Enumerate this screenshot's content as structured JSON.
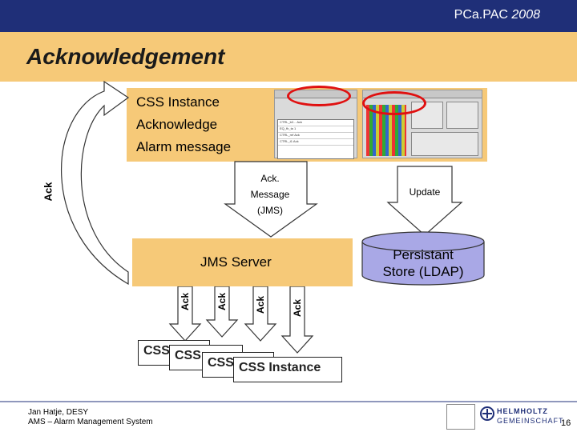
{
  "header": {
    "conference": "PCa.PAC",
    "year": "2008"
  },
  "slide": {
    "title": "Acknowledgement"
  },
  "top_box": {
    "lines": [
      "CSS Instance",
      "Acknowledge",
      "Alarm message"
    ]
  },
  "screenshot": {
    "rows": [
      "CTRL_b2...",
      "EQ_fh_ta",
      "CTRL_ref",
      "CTRL_t1"
    ],
    "values": [
      "Ack",
      "1",
      "Ack",
      "Ack"
    ]
  },
  "arrows": {
    "ack_left": "Ack",
    "ack_message_lines": [
      "Ack.",
      "Message",
      "(JMS)"
    ],
    "update": "Update",
    "ack_vertical": [
      "Ack",
      "Ack",
      "Ack",
      "Ack"
    ]
  },
  "jms_server": {
    "label": "JMS Server"
  },
  "store": {
    "line1": "Persistant",
    "line2": "Store (LDAP)"
  },
  "css_instances": [
    "CSS",
    "CSS",
    "CSS",
    "CSS Instance"
  ],
  "footer": {
    "author": "Jan Hatje, DESY",
    "system": "AMS – Alarm Management System"
  },
  "logo": {
    "line1": "HELMHOLTZ",
    "line2": "GEMEINSCHAFT"
  },
  "page": {
    "number": "16"
  },
  "colors": {
    "accent": "#f6c978",
    "header": "#1f2f78",
    "store": "#a9a8e6",
    "highlight": "#e01010"
  }
}
